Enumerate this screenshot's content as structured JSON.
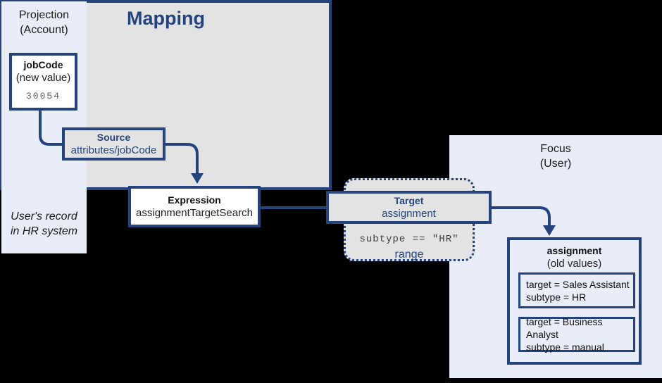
{
  "colors": {
    "accent_blue": "#24437c",
    "panel_blue_bg": "#e9edf7",
    "mapping_gray_bg": "#e3e3e3",
    "canvas_black": "#000000",
    "muted_value_text": "#5f5f5f"
  },
  "projection_panel": {
    "title_line1": "Projection",
    "title_line2": "(Account)",
    "jobcode_box": {
      "title": "jobCode",
      "subtitle": "(new value)",
      "value": "30054"
    },
    "note_line1": "User's record",
    "note_line2": "in HR system"
  },
  "mapping": {
    "title": "Mapping",
    "source_box": {
      "title": "Source",
      "subtitle": "attributes/jobCode"
    },
    "expression_box": {
      "title": "Expression",
      "subtitle": "assignmentTargetSearch"
    },
    "target_box": {
      "title": "Target",
      "subtitle": "assignment"
    },
    "range_region": {
      "condition": "subtype == \"HR\"",
      "label": "range"
    }
  },
  "focus_panel": {
    "title_line1": "Focus",
    "title_line2": "(User)",
    "assignment_box": {
      "title": "assignment",
      "subtitle": "(old values)",
      "values": [
        {
          "line1": "target = Sales Assistant",
          "line2": "subtype = HR"
        },
        {
          "line1": "target = Business Analyst",
          "line2": "subtype = manual"
        }
      ]
    }
  }
}
